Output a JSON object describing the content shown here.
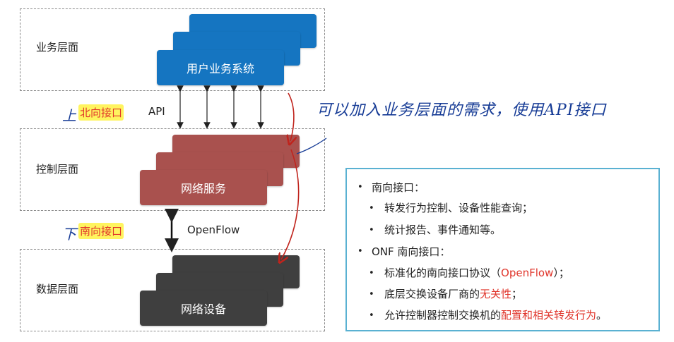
{
  "layers": {
    "app": {
      "title": "业务层面",
      "card_label": "用户业务系统"
    },
    "control": {
      "title": "控制层面",
      "card_label": "网络服务"
    },
    "data": {
      "title": "数据层面",
      "card_label": "网络设备"
    }
  },
  "interfaces": {
    "north": {
      "label": "北向接口",
      "prefix": "上",
      "api_label": "API"
    },
    "south": {
      "label": "南向接口",
      "prefix": "下",
      "protocol_label": "OpenFlow"
    }
  },
  "annotation": {
    "handwritten": "可以加入业务层面的需求，使用API接口"
  },
  "info": {
    "section1_title": "南向接口：",
    "section1_items": [
      {
        "text": "转发行为控制、设备性能查询；"
      },
      {
        "text": "统计报告、事件通知等。"
      }
    ],
    "section2_title": "ONF 南向接口：",
    "item_std_prefix": "标准化的南向接口协议（",
    "item_std_highlight": "OpenFlow",
    "item_std_suffix": "）；",
    "item_vendor_prefix": "底层交换设备厂商的",
    "item_vendor_highlight": "无关性",
    "item_vendor_suffix": "；",
    "item_ctrl_prefix": "允许控制器控制交换机的",
    "item_ctrl_highlight": "配置和相关转发行为",
    "item_ctrl_suffix": "。",
    "bullet": "•"
  },
  "colors": {
    "app_card": "#1575c1",
    "control_card": "#a9514e",
    "data_card": "#3f3f3f",
    "highlight_text": "#e0352b",
    "info_border": "#5ab1d2",
    "handwriting": "#173c96"
  }
}
